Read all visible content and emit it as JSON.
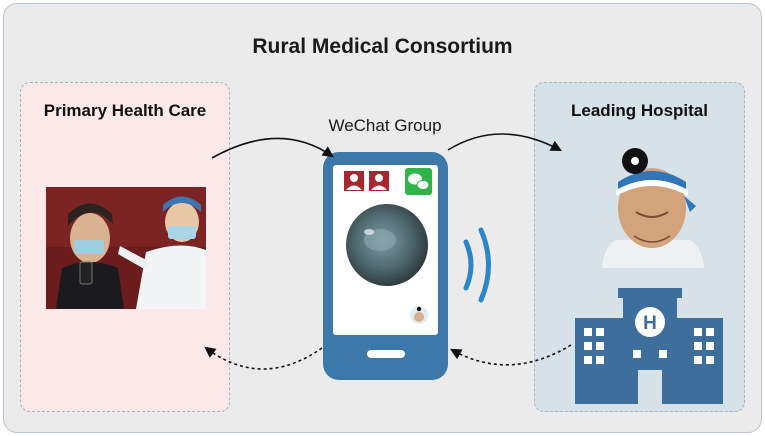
{
  "diagram": {
    "title": "Rural Medical Consortium",
    "left_panel": {
      "title": "Primary Health Care"
    },
    "right_panel": {
      "title": "Leading Hospital"
    },
    "center": {
      "label": "WeChat Group"
    },
    "hospital": {
      "sign": "H"
    }
  },
  "colors": {
    "frame_bg": "#ebebeb",
    "left_panel_bg": "#fbe9e9",
    "right_panel_bg": "#d7e1e8",
    "phone_blue": "#3d78aa",
    "wechat_green": "#2fb34a",
    "doctor_icon_red": "#a8262d",
    "signal_blue": "#2a86c8",
    "hospital_blue": "#3e6e9c"
  }
}
